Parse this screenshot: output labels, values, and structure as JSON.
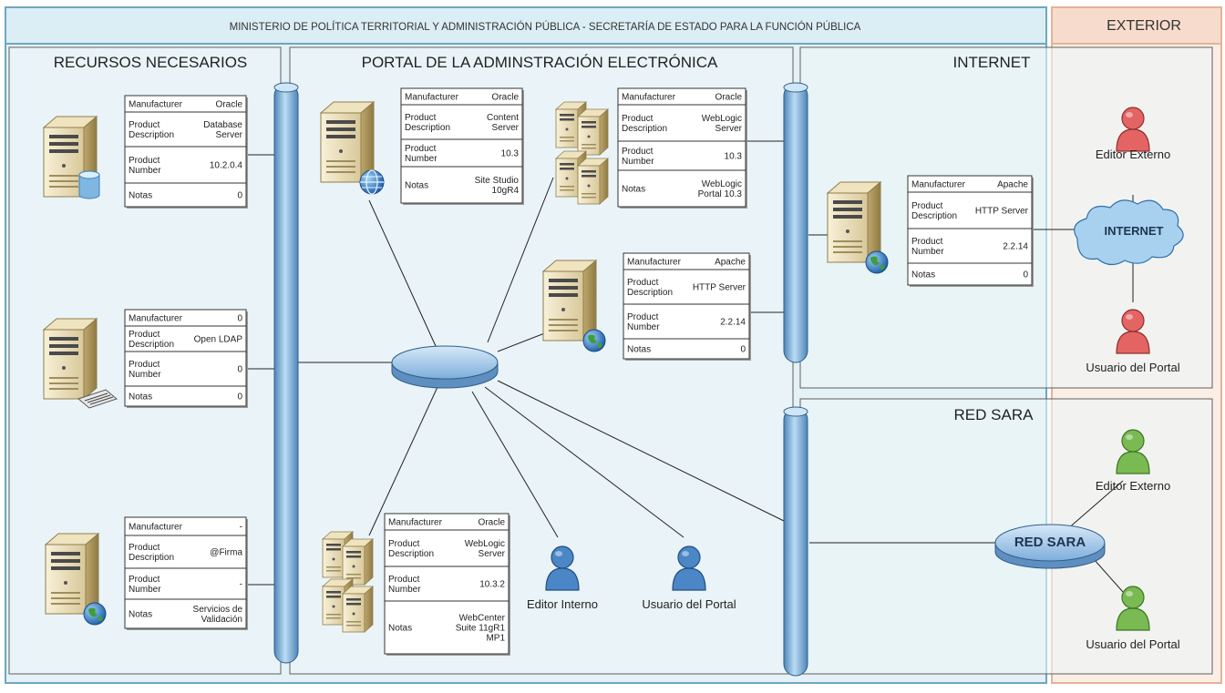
{
  "header": {
    "ministry": "MINISTERIO DE POLÍTICA TERRITORIAL Y ADMINISTRACIÓN PÚBLICA - SECRETARÍA DE ESTADO PARA LA FUNCIÓN PÚBLICA",
    "exterior": "EXTERIOR"
  },
  "zones": {
    "recursos": "RECURSOS NECESARIOS",
    "portal": "PORTAL DE LA ADMINSTRACIÓN ELECTRÓNICA",
    "internet": "INTERNET",
    "redsara": "RED SARA"
  },
  "servers": {
    "db": {
      "rows": [
        {
          "label": "Manufacturer",
          "value": "Oracle"
        },
        {
          "label": "Product Description",
          "value": "Database Server"
        },
        {
          "label": "Product Number",
          "value": "10.2.0.4"
        },
        {
          "label": "Notas",
          "value": "0"
        }
      ]
    },
    "ldap": {
      "rows": [
        {
          "label": "Manufacturer",
          "value": "0"
        },
        {
          "label": "Product Description",
          "value": "Open LDAP"
        },
        {
          "label": "Product Number",
          "value": "0"
        },
        {
          "label": "Notas",
          "value": "0"
        }
      ]
    },
    "firma": {
      "rows": [
        {
          "label": "Manufacturer",
          "value": "-"
        },
        {
          "label": "Product Description",
          "value": "@Firma"
        },
        {
          "label": "Product Number",
          "value": "-"
        },
        {
          "label": "Notas",
          "value": "Servicios de Validación"
        }
      ]
    },
    "content": {
      "rows": [
        {
          "label": "Manufacturer",
          "value": "Oracle"
        },
        {
          "label": "Product Description",
          "value": "Content Server"
        },
        {
          "label": "Product Number",
          "value": "10.3"
        },
        {
          "label": "Notas",
          "value": "Site Studio 10gR4"
        }
      ]
    },
    "weblogic": {
      "rows": [
        {
          "label": "Manufacturer",
          "value": "Oracle"
        },
        {
          "label": "Product Description",
          "value": "WebLogic Server"
        },
        {
          "label": "Product Number",
          "value": "10.3"
        },
        {
          "label": "Notas",
          "value": "WebLogic Portal 10.3"
        }
      ]
    },
    "http_portal": {
      "rows": [
        {
          "label": "Manufacturer",
          "value": "Apache"
        },
        {
          "label": "Product Description",
          "value": "HTTP Server"
        },
        {
          "label": "Product Number",
          "value": "2.2.14"
        },
        {
          "label": "Notas",
          "value": "0"
        }
      ]
    },
    "webcenter": {
      "rows": [
        {
          "label": "Manufacturer",
          "value": "Oracle"
        },
        {
          "label": "Product Description",
          "value": "WebLogic Server"
        },
        {
          "label": "Product Number",
          "value": "10.3.2"
        },
        {
          "label": "Notas",
          "value": "WebCenter Suite 11gR1 MP1"
        }
      ]
    },
    "http_internet": {
      "rows": [
        {
          "label": "Manufacturer",
          "value": "Apache"
        },
        {
          "label": "Product Description",
          "value": "HTTP Server"
        },
        {
          "label": "Product Number",
          "value": "2.2.14"
        },
        {
          "label": "Notas",
          "value": "0"
        }
      ]
    }
  },
  "people": {
    "editor_interno": "Editor Interno",
    "usuario_portal_interno": "Usuario del Portal",
    "editor_externo_internet": "Editor Externo",
    "usuario_portal_internet": "Usuario del Portal",
    "editor_externo_sara": "Editor Externo",
    "usuario_portal_sara": "Usuario del Portal"
  },
  "clouds": {
    "internet": "INTERNET",
    "redsara": "RED SARA"
  },
  "colors": {
    "background": "#e9f3f7",
    "exterior": "#fbeee6",
    "header_border": "#7fb3c7",
    "pipe": "#7ab0d8",
    "hub": "#a9c9ea",
    "person_blue": "#4b86c6",
    "person_red": "#e46161",
    "person_green": "#73b84d",
    "cloud": "#a9d0ee"
  }
}
